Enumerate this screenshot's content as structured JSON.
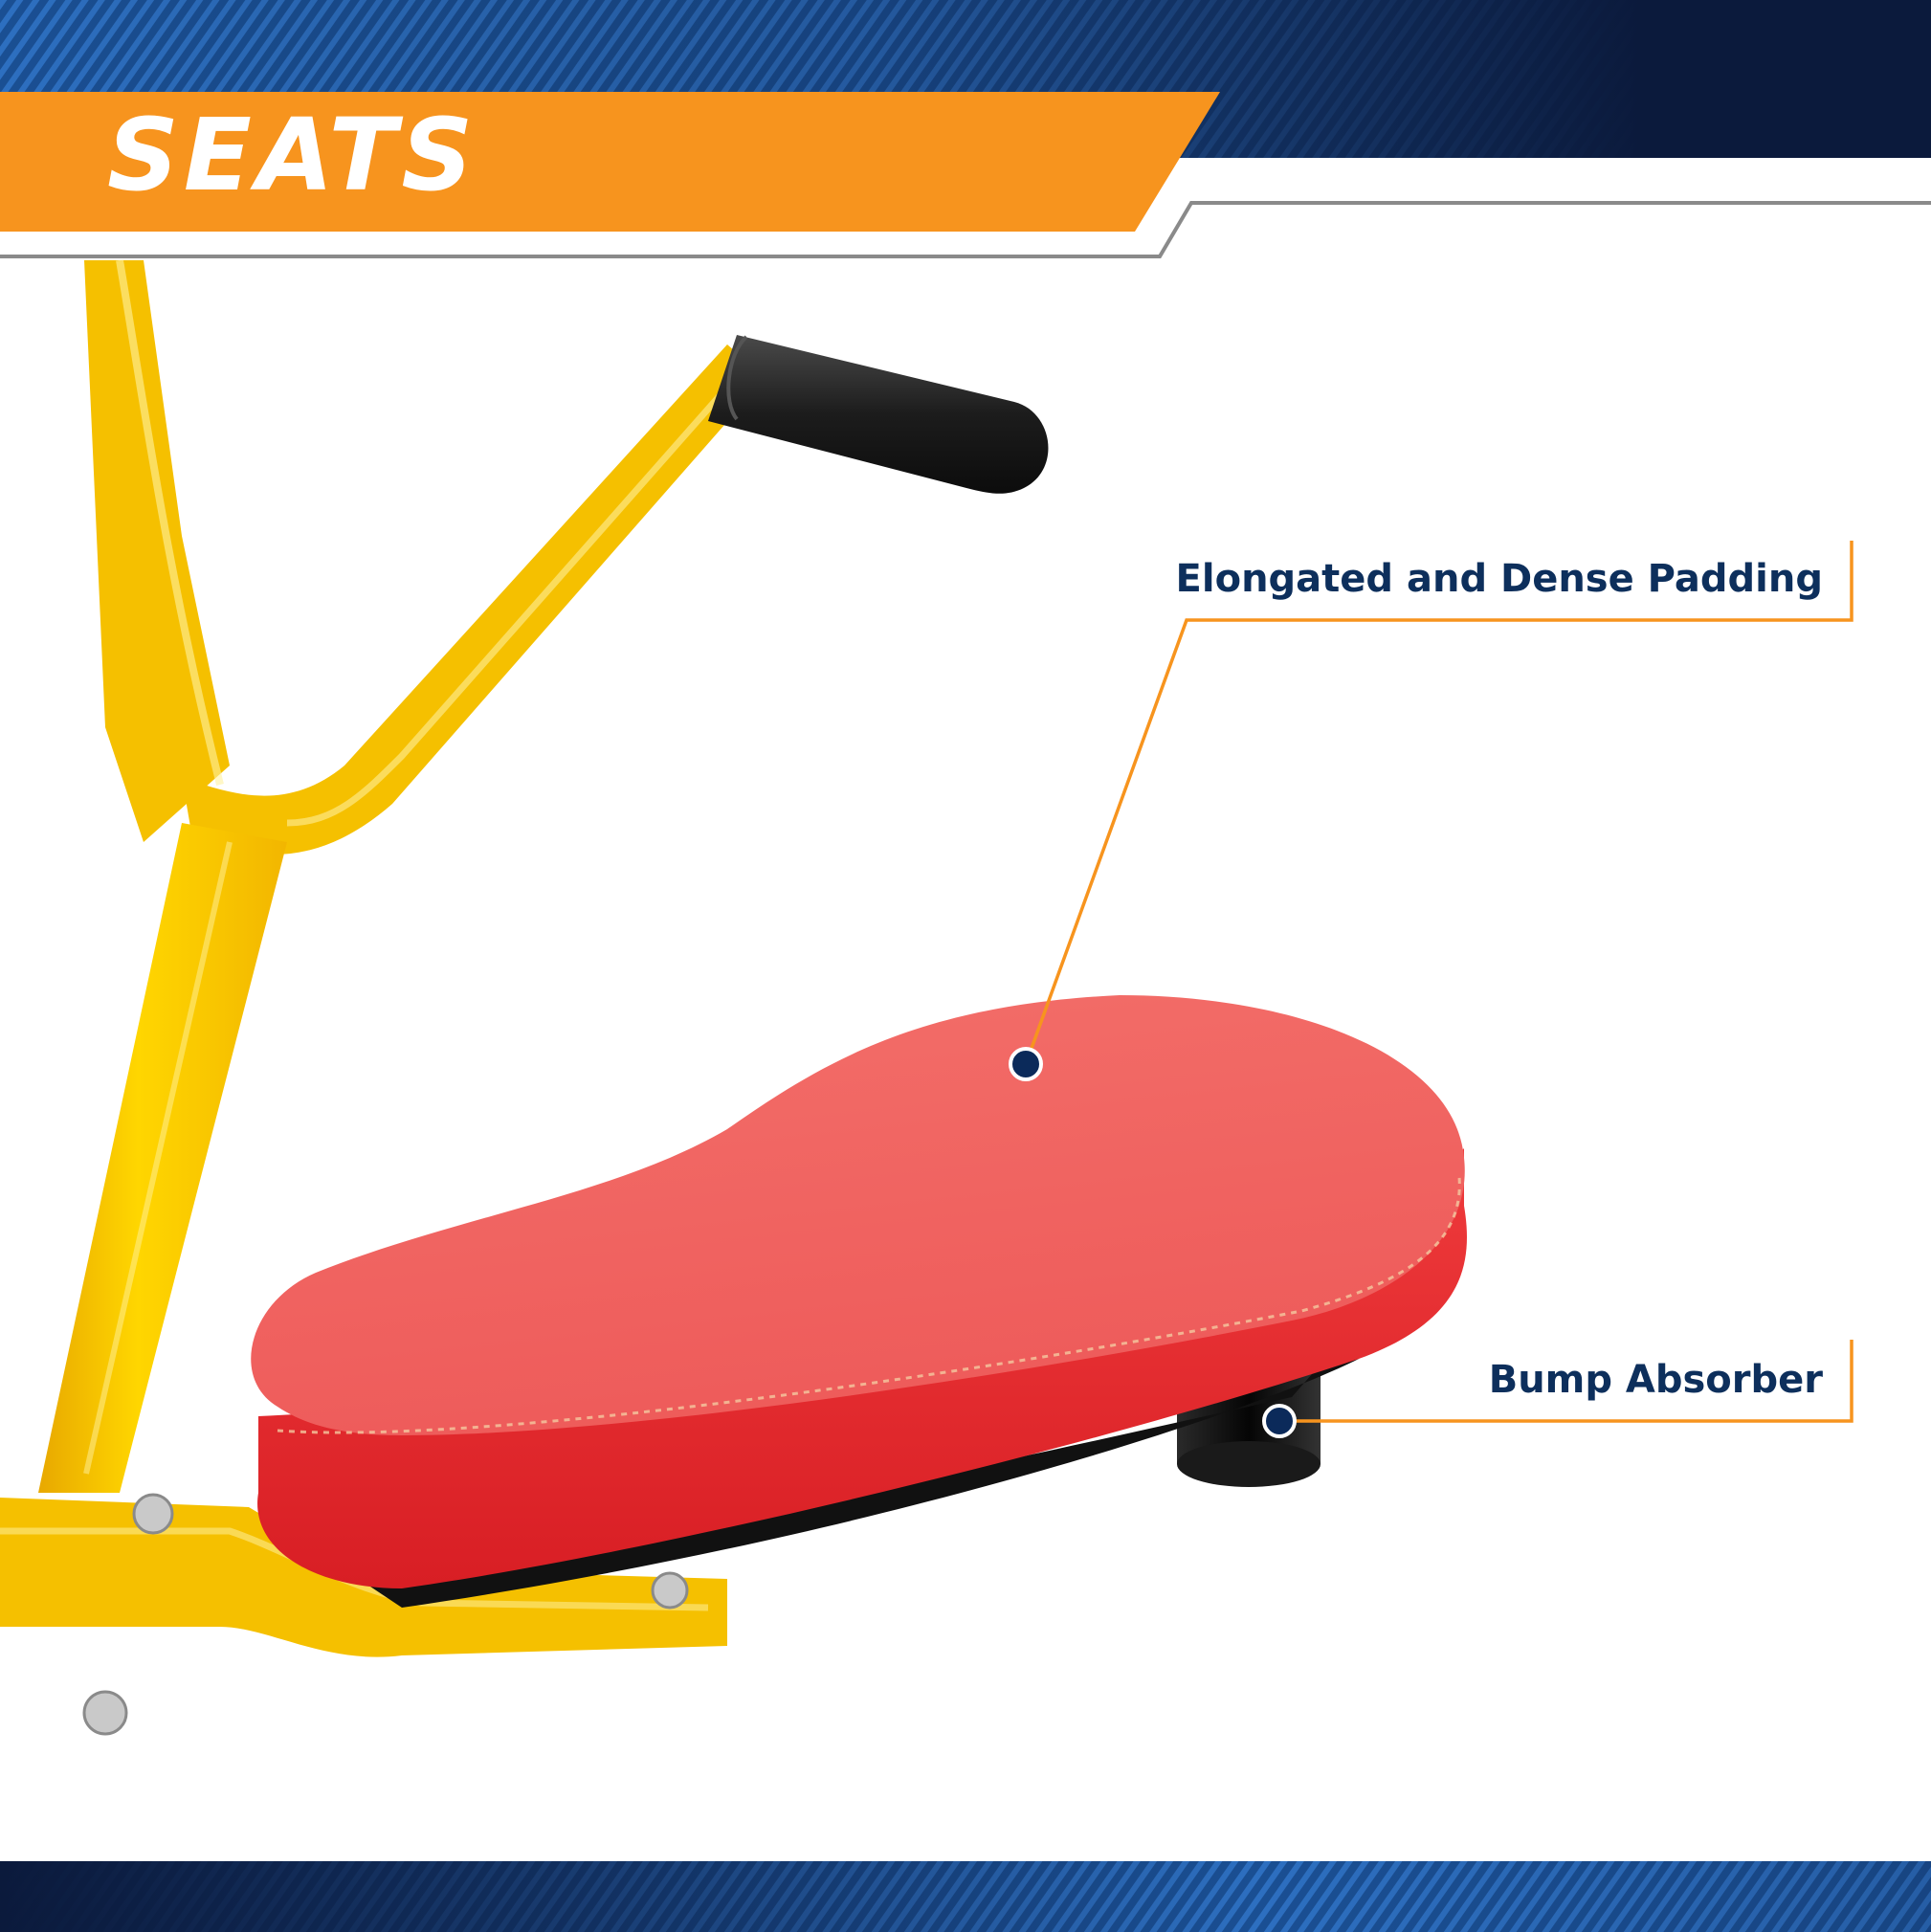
{
  "banner": {
    "title": "SEATS"
  },
  "callouts": [
    {
      "label": "Elongated and Dense Padding"
    },
    {
      "label": "Bump Absorber"
    }
  ],
  "colors": {
    "navy": "#0b1a3c",
    "blue_stripe": "#1f5fa8",
    "orange": "#f7941e",
    "callout_text": "#0d2f5c",
    "frame_yellow": "#f6c400",
    "seat_red": "#ec2b2f",
    "grip_black": "#1c1c1c"
  }
}
